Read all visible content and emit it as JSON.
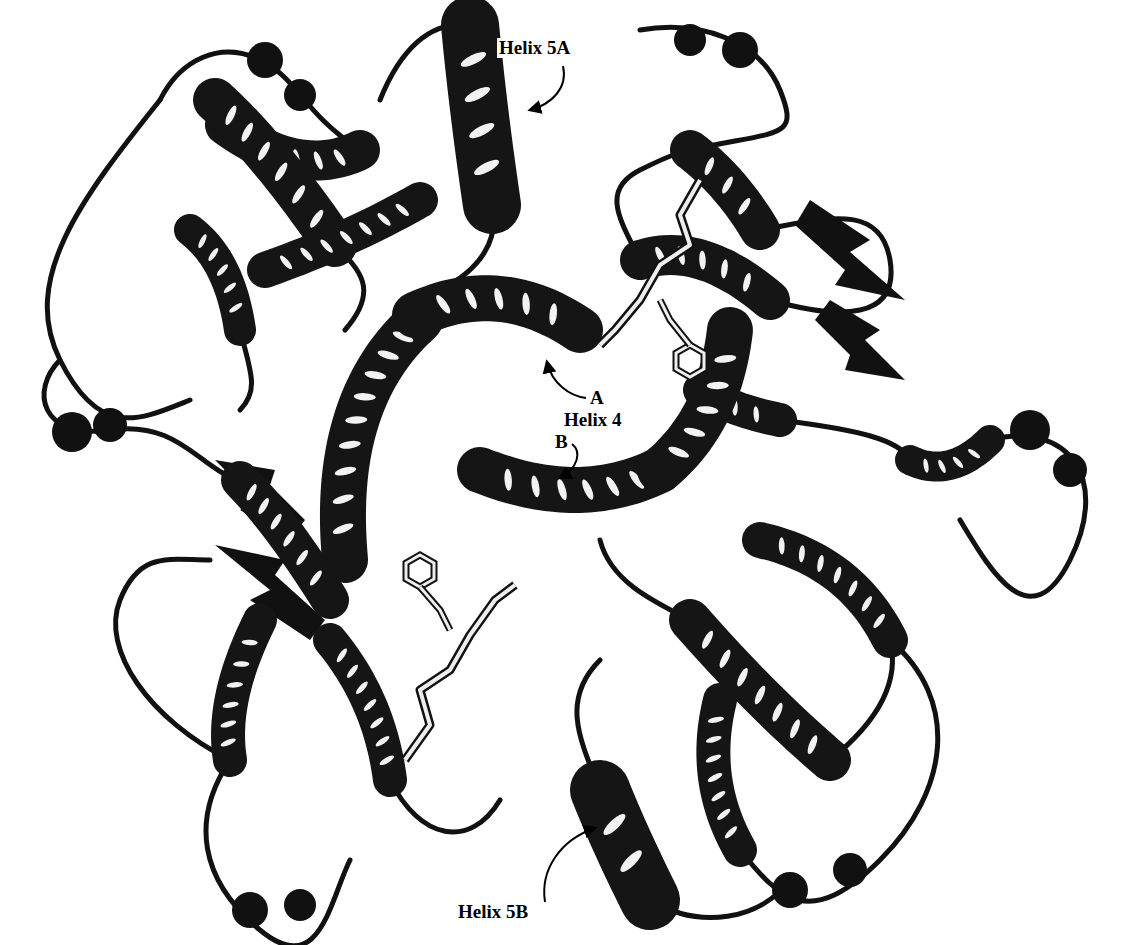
{
  "diagram": {
    "labels": [
      "Helix 5A",
      "A",
      "Helix 4",
      "B",
      "Helix 5B"
    ]
  }
}
